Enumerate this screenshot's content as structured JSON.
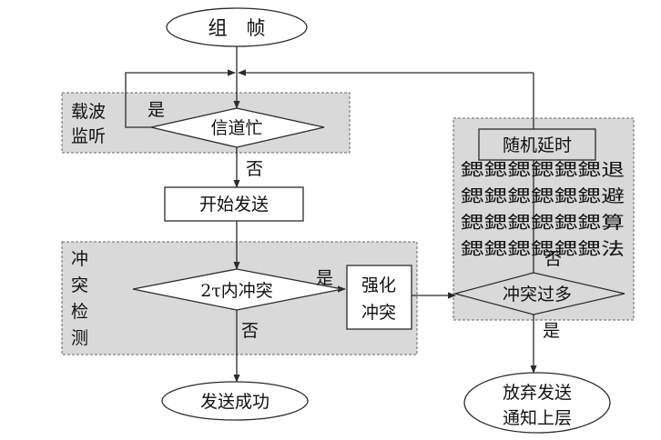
{
  "nodes": {
    "frame": "组　帧",
    "channel_busy": "信道忙",
    "start_send": "开始发送",
    "collision_2tau": "2τ内冲突",
    "jam": [
      "强化",
      "冲突"
    ],
    "send_success": "发送成功",
    "random_delay": "随机延时",
    "too_many_collisions": "冲突过多",
    "give_up": [
      "放弃发送",
      "通知上层"
    ]
  },
  "regions": {
    "carrier_sense": [
      "载波",
      "监听"
    ],
    "collision_detect": [
      "冲",
      "突",
      "检",
      "测"
    ],
    "backoff_text": [
      "鍶鍶鍶鍶鍶鍶退",
      "鍶鍶鍶鍶鍶鍶避",
      "鍶鍶鍶鍶鍶鍶算",
      "鍶鍶鍶鍶鍶鍶法"
    ]
  },
  "edge_labels": {
    "busy_yes": "是",
    "busy_no": "否",
    "collision_yes": "是",
    "collision_no": "否",
    "too_many_no": "否",
    "too_many_yes": "是"
  },
  "colors": {
    "stroke": "#2b2b2b",
    "region_fill": "#d9d9d9",
    "node_fill": "#ffffff"
  }
}
